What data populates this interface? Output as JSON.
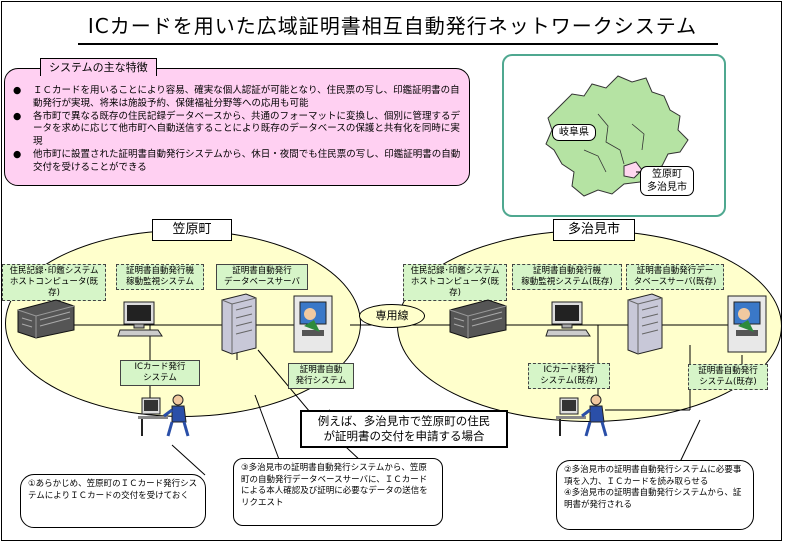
{
  "title": "ICカードを用いた広域証明書相互自動発行ネットワークシステム",
  "features": {
    "heading": "システムの主な特徴",
    "items": [
      "ＩＣカードを用いることにより容易、確実な個人認証が可能となり、住民票の写し、印鑑証明書の自動発行が実現、将来は施設予約、保健福祉分野等への応用も可能",
      "各市町で異なる既存の住民記録データベースから、共通のフォーマットに変換し、個別に管理するデータを求めに応じて他市町へ自動送信することにより既存のデータベースの保護と共有化を同時に実現",
      "他市町に設置された証明書自動発行システムから、休日・夜間でも住民票の写し、印鑑証明書の自動交付を受けることができる"
    ]
  },
  "map": {
    "prefecture_label": "岐阜県",
    "cities_label_line1": "笠原町",
    "cities_label_line2": "多治見市",
    "colors": {
      "prefecture": "#b5e3a3",
      "cities": "#ffd7f0"
    }
  },
  "left_site": {
    "name": "笠原町",
    "labels": {
      "host_line1": "住民記録･印鑑システム",
      "host_line2": "ホストコンピュータ(既存)",
      "monitor_line1": "証明書自動発行機",
      "monitor_line2": "稼動監視システム",
      "db_line1": "証明書自動発行",
      "db_line2": "データベースサーバ",
      "ic_line1": "ICカード発行",
      "ic_line2": "システム",
      "kiosk_line1": "証明書自動",
      "kiosk_line2": "発行システム"
    }
  },
  "right_site": {
    "name": "多治見市",
    "labels": {
      "host_line1": "住民記録･印鑑システム",
      "host_line2": "ホストコンピュータ(既存)",
      "monitor_line1": "証明書自動発行機",
      "monitor_line2": "稼動監視システム(既存)",
      "db_line1": "証明書自動発行デー",
      "db_line2": "タベースサーバ(既存)",
      "ic_line1": "ICカード発行",
      "ic_line2": "システム(既存)",
      "kiosk_line1": "証明書自動発行",
      "kiosk_line2": "システム(既存)"
    }
  },
  "dedicated_line": "専用線",
  "example": {
    "line1": "例えば、多治見市で笠原町の住民",
    "line2": "が証明書の交付を申請する場合"
  },
  "steps": {
    "step1": "①あらかじめ、笠原町のＩＣカード発行システムによりＩＣカードの交付を受けておく",
    "step2": "②多治見市の証明書自動発行システムに必要事項を入力、ＩＣカードを読み取らせる",
    "step3": "③多治見市の証明書自動発行システムから、笠原町の自動発行データベースサーバに、ＩＣカードによる本人確認及び証明に必要なデータの送信をリクエスト",
    "step4": "④多治見市の証明書自動発行システムから、証明書が発行される"
  }
}
